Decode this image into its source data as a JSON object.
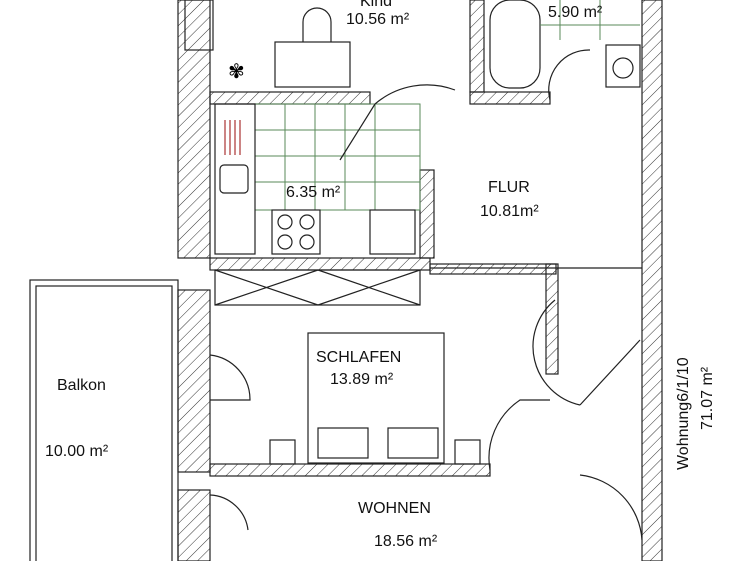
{
  "rooms": {
    "kind": {
      "name": "Kind",
      "area": "10.56 m²"
    },
    "bad": {
      "area": "5.90 m²"
    },
    "kueche": {
      "area": "6.35 m²"
    },
    "flur": {
      "name": "FLUR",
      "area": "10.81m²"
    },
    "schlafen": {
      "name": "SCHLAFEN",
      "area": "13.89 m²"
    },
    "balkon": {
      "name": "Balkon",
      "area": "10.00 m²"
    },
    "wohnen": {
      "name": "WOHNEN",
      "area": "18.56 m²"
    }
  },
  "apartment": {
    "id": "Wohnung6/1/10",
    "area": "71.07 m²"
  }
}
